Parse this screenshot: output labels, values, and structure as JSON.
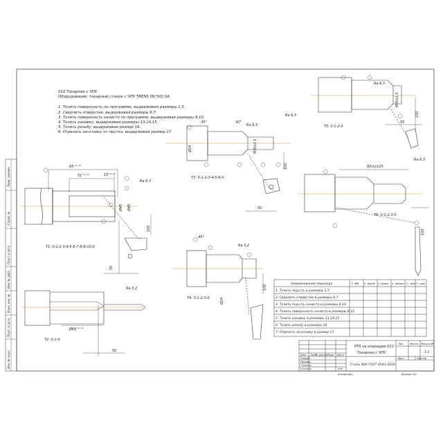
{
  "header": {
    "operation": "010 Токарная с ЧПУ",
    "equipment": "Оборудование: токарный станок с ЧПУ TRENS SN 500 SA"
  },
  "steps": [
    "1. Точить поверхность по программе, выдерживая размеры 1,5.",
    "2. Сверлить отверстие, выдерживая размеры 6,7.",
    "3. Точить поверхность начисто по программе, выдерживая размеры 8,10.",
    "4. Точить канавку, выдерживая размеры 13,14,15.",
    "5. Точить резьбу, выдерживая размер 16.",
    "6. Отрезать заготовку от прутка, выдерживая размер 17."
  ],
  "tool_positions": {
    "t1": "Т1: 0-1-2-3-4-5-6-7-8-9-10-0",
    "t2": "Т2: 0-1-0",
    "t3": "Т3: 0-1-2-3-4-5-6-0",
    "t4": "Т4: 0-1-2-3-0",
    "t5": "Т5: 0-1-2-0",
    "t6": "Т6: 0-1-2-3-0"
  },
  "roughness": {
    "r1": "Ra 6,3",
    "r2": "Ra 3,2",
    "r3": "Ra 6,3",
    "r4": "Ra 6,3",
    "r5": "Ra 3,2",
    "r6": "Ra 6,3",
    "r7": "Ra 6,3"
  },
  "dimensions": {
    "d_65": "65⁻⁰·⁷⁴",
    "d_51": "51⁻⁰·⁷⁴",
    "d_15": "15⁺⁰·⁴³",
    "d_45": "Ø45",
    "d_40": "Ø40",
    "d_66": "Ø66⁻⁰·⁷⁴",
    "d_50a": "50",
    "d_50b": "50",
    "d_50c": "50",
    "d_50d": "50",
    "d_100a": "100",
    "d_100b": "100",
    "d_100c": "100",
    "d_100d": "100",
    "d_100e": "100",
    "d_m": "M30x1,5",
    "d_24": "Ø24",
    "d_92": "92(x)±15",
    "d_30": "30°",
    "d_30b": "30°",
    "d_45deg": "45°"
  },
  "ops_table": {
    "columns": [
      "Наименование перехода",
      "t, мм",
      "S, мм/об",
      "V, м/мин",
      "n, об/мин",
      "Tₘ, мин",
      "Tₙ, мин"
    ],
    "rows": [
      "1. Точить под-сть в размеры 1,5",
      "2. Сверлить отверстие в размеры 6,7",
      "3. Точить под-сть начисто в размеры 8,10",
      "4. Точить поверхность начисто в размеры 8,12",
      "5. Точить канавку в размеры 13,14,15",
      "6. Точить резьбу в размеры 16",
      "7. Отрезать заготовку в размер 17"
    ]
  },
  "title_block": {
    "doc_title_1": "РТК на операцию 010",
    "doc_title_2": "Токарная с ЧПУ",
    "material": "Сталь 40Х ГОСТ 4543-2016",
    "col_lit": "Лит.",
    "col_mass": "Масса",
    "col_scale": "Масштаб",
    "scale_value": "1:1",
    "col_sheet": "Лист",
    "col_sheets": "Листов",
    "row_izm": "Изм.",
    "row_list": "Лист",
    "row_ndoc": "№ докум.",
    "row_sign": "Подп.",
    "row_date": "Дата",
    "role_razrab": "Разраб.",
    "role_prov": "Провер.",
    "role_tkontr": "Т.контр.",
    "role_nkontr": "Н.контр.",
    "role_utv": "Утв.",
    "copied": "Копировал",
    "format": "Формат   А3"
  },
  "side_stamps": [
    "Инв. № подл.",
    "Подп. и дата",
    "Взам. инв. №",
    "Инв. № дубл.",
    "Подп. и дата",
    "Справ. №",
    "Перв. примен."
  ]
}
